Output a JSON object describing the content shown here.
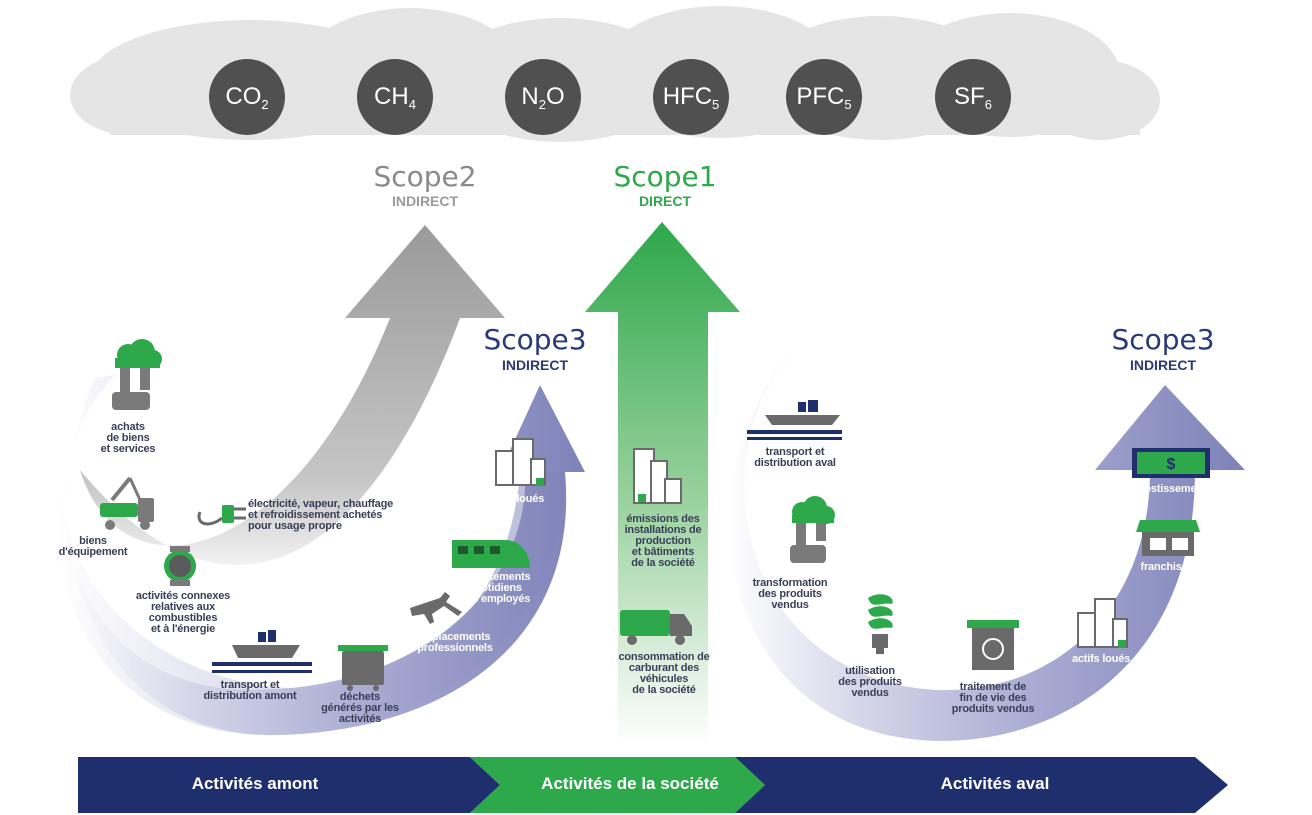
{
  "gases": [
    {
      "main": "CO",
      "sub": "2"
    },
    {
      "main": "CH",
      "sub": "4"
    },
    {
      "main": "N",
      "sub": "2",
      "tail": "O"
    },
    {
      "main": "HFC",
      "sub": "5"
    },
    {
      "main": "PFC",
      "sub": "5"
    },
    {
      "main": "SF",
      "sub": "6"
    }
  ],
  "scopes": {
    "scope2": {
      "title": "Scope2",
      "type": "INDIRECT",
      "color": "#8a8a8a"
    },
    "scope1": {
      "title": "Scope1",
      "type": "DIRECT",
      "color": "#2da84a"
    },
    "scope3_upstream": {
      "title": "Scope3",
      "type": "INDIRECT",
      "color": "#2a3a78"
    },
    "scope3_downstream": {
      "title": "Scope3",
      "type": "INDIRECT",
      "color": "#2a3a78"
    }
  },
  "upstream": {
    "achats": "achats\nde biens\net services",
    "biens_equipement": "biens\nd'équipement",
    "electricite": "électricité, vapeur, chauffage\net refroidissement achetés\npour usage propre",
    "activites_connexes": "activités connexes\nrelatives aux\ncombustibles\net à l'énergie",
    "transport_amont": "transport et\ndistribution amont",
    "dechets": "déchets\ngénérés par les\nactivités",
    "deplacements_pro": "déplacements\nprofessionnels",
    "deplacements_quotidiens": "déplacements\nquotidiens\ndes employés",
    "actifs_loues": "actifs loués"
  },
  "company": {
    "emissions": "émissions des\ninstallations de\nproduction\net bâtiments\nde la société",
    "consommation": "consommation de\ncarburant des\nvéhicules\nde la société"
  },
  "downstream": {
    "transport_aval": "transport et\ndistribution aval",
    "transformation": "transformation\ndes produits\nvendus",
    "utilisation": "utilisation\ndes produits\nvendus",
    "traitement": "traitement de\nfin de vie des\nproduits vendus",
    "actifs_loues": "actifs loués",
    "franchises": "franchises",
    "investissements": "investissements"
  },
  "band": {
    "amont": "Activités amont",
    "societe": "Activités de la société",
    "aval": "Activités aval"
  },
  "colors": {
    "navy": "#1f2f6e",
    "green": "#2da84a",
    "gray_arrow": "#9a9a9a",
    "purple_arrow": "#8c8fc0",
    "cloud": "#e4e4e4",
    "gas_circle": "#505050"
  }
}
